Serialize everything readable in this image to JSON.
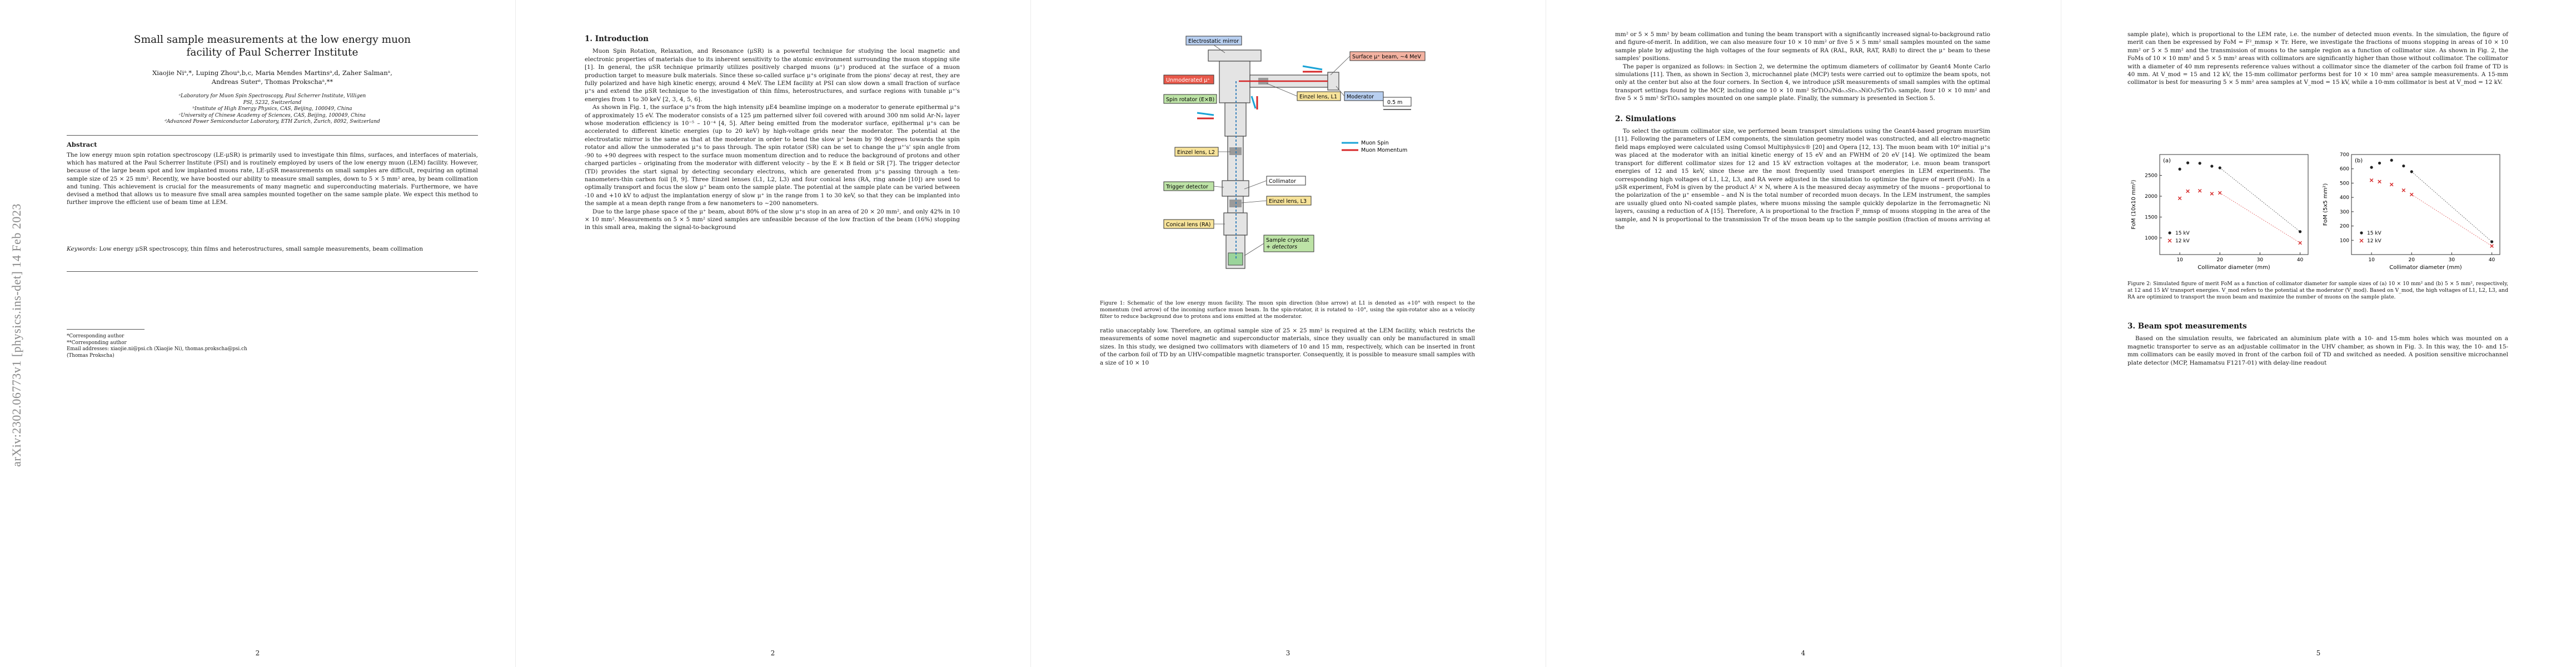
{
  "arxiv_id": "arXiv:2302.06773v1 [physics.ins-det] 14 Feb 2023",
  "page1": {
    "title_lines": [
      "Small sample measurements at the low energy muon",
      "facility of Paul Scherrer Institute"
    ],
    "authors_lines": [
      "Xiaojie Niᵃ,*, Luping Zhouᵃ,b,c, Maria Mendes Martinsᵃ,d, Zaher Salmanᵃ,",
      "Andreas Suterᵃ, Thomas Prokschaᵃ,**"
    ],
    "affiliations": [
      "ᵃLaboratory for Muon Spin Spectroscopy, Paul Scherrer Institute, Villigen",
      "PSI, 5232, Switzerland",
      "ᵇInstitute of High Energy Physics, CAS, Beijing, 100049, China",
      "ᶜUniversity of Chinese Academy of Sciences, CAS, Beijing, 100049, China",
      "ᵈAdvanced Power Semiconductor Laboratory, ETH Zurich, Zurich, 8092, Switzerland"
    ],
    "abstract_heading": "Abstract",
    "abstract": "The low energy muon spin rotation spectroscopy (LE-μSR) is primarily used to investigate thin films, surfaces, and interfaces of materials, which has matured at the Paul Scherrer Institute (PSI) and is routinely employed by users of the low energy muon (LEM) facility. However, because of the large beam spot and low implanted muons rate, LE-μSR measurements on small samples are difficult, requiring an optimal sample size of 25 × 25 mm². Recently, we have boosted our ability to measure small samples, down to 5 × 5 mm² area, by beam collimation and tuning. This achievement is crucial for the measurements of many magnetic and superconducting materials. Furthermore, we have devised a method that allows us to measure five small area samples mounted together on the same sample plate. We expect this method to further improve the efficient use of beam time at LEM.",
    "keywords_label": "Keywords:",
    "keywords": "Low energy μSR spectroscopy, thin films and heterostructures, small sample measurements, beam collimation",
    "footnotes": [
      "*Corresponding author",
      "**Corresponding author",
      "Email addresses: xiaojie.ni@psi.ch (Xiaojie Ni), thomas.prokscha@psi.ch",
      "(Thomas Prokscha)"
    ],
    "page_number": "2"
  },
  "page2": {
    "heading": "1. Introduction",
    "paragraphs": [
      "Muon Spin Rotation, Relaxation, and Resonance (μSR) is a powerful technique for studying the local magnetic and electronic properties of materials due to its inherent sensitivity to the atomic environment surrounding the muon stopping site [1]. In general, the μSR technique primarily utilizes positively charged muons (μ⁺) produced at the surface of a muon production target to measure bulk materials. Since these so-called surface μ⁺s originate from the pions' decay at rest, they are fully polarized and have high kinetic energy, around 4 MeV. The LEM facility at PSI can slow down a small fraction of surface μ⁺s and extend the μSR technique to the investigation of thin films, heterostructures, and surface regions with tunable μ⁺'s energies from 1 to 30 keV [2, 3, 4, 5, 6].",
      "As shown in Fig. 1, the surface μ⁺s from the high intensity μE4 beamline impinge on a moderator to generate epithermal μ⁺s of approximately 15 eV. The moderator consists of a 125 μm patterned silver foil covered with around 300 nm solid Ar-N₂ layer whose moderation efficiency is 10⁻⁵ – 10⁻⁴ [4, 5]. After being emitted from the moderator surface, epithermal μ⁺s can be accelerated to different kinetic energies (up to 20 keV) by high-voltage grids near the moderator. The potential at the electrostatic mirror is the same as that at the moderator in order to bend the slow μ⁺ beam by 90 degrees towards the spin rotator and allow the unmoderated μ⁺s to pass through. The spin rotator (SR) can be set to change the μ⁺'s' spin angle from -90 to +90 degrees with respect to the surface muon momentum direction and to reduce the background of protons and other charged particles – originating from the moderator with different velocity – by the E × B field or SR [7]. The trigger detector (TD) provides the start signal by detecting secondary electrons, which are generated from μ⁺s passing through a ten-nanometers-thin carbon foil [8, 9]. Three Einzel lenses (L1, L2, L3) and four conical lens (RA, ring anode [10]) are used to optimally transport and focus the slow μ⁺ beam onto the sample plate. The potential at the sample plate can be varied between -10 and +10 kV to adjust the implantation energy of slow μ⁺ in the range from 1 to 30 keV, so that they can be implanted into the sample at a mean depth range from a few nanometers to ~200 nanometers.",
      "Due to the large phase space of the μ⁺ beam, about 80% of the slow μ⁺s stop in an area of 20 × 20 mm², and only 42% in 10 × 10 mm². Measurements on 5 × 5 mm² sized samples are unfeasible because of the low fraction of the beam (16%) stopping in this small area, making the signal-to-background"
    ],
    "page_number": "2"
  },
  "page3": {
    "fig_labels": {
      "mirror": "Electrostatic mirror",
      "surface": "Surface μ⁺ beam, ~4 MeV",
      "unmod": "Unmoderated μ⁺",
      "moderator": "Moderator",
      "einzel1": "Einzel lens, L1",
      "spinrot": "Spin rotator (E×B)",
      "einzel2": "Einzel lens, L2",
      "trigger": "Trigger detector",
      "collimator": "Collimator",
      "einzel3": "Einzel lens, L3",
      "conical": "Conical lens (RA)",
      "sample": "Sample cryostat",
      "sample_sub": "+ detectors",
      "scale": "0.5 m",
      "legend_spin": "Muon Spin",
      "legend_mom": "Muon Momentum"
    },
    "caption": "Figure 1: Schematic of the low energy muon facility. The muon spin direction (blue arrow) at L1 is denoted as +10° with respect to the momentum (red arrow) of the incoming surface muon beam. In the spin-rotator, it is rotated to -10°, using the spin-rotator also as a velocity filter to reduce background due to protons and ions emitted at the moderator.",
    "paragraphs": [
      "ratio unacceptably low. Therefore, an optimal sample size of 25 × 25 mm² is required at the LEM facility, which restricts the measurements of some novel magnetic and superconductor materials, since they usually can only be manufactured in small sizes. In this study, we designed two collimators with diameters of 10 and 15 mm, respectively, which can be inserted in front of the carbon foil of TD by an UHV-compatible magnetic transporter. Consequently, it is possible to measure small samples with a size of 10 × 10"
    ],
    "page_number": "3"
  },
  "page4": {
    "paragraphs_top": [
      "mm² or 5 × 5 mm² by beam collimation and tuning the beam transport with a significantly increased signal-to-background ratio and figure-of-merit. In addition, we can also measure four 10 × 10 mm² or five 5 × 5 mm² small samples mounted on the same sample plate by adjusting the high voltages of the four segments of RA (RAL, RAR, RAT, RAB) to direct the μ⁺ beam to these samples' positions.",
      "The paper is organized as follows: in Section 2, we determine the optimum diameters of collimator by Geant4 Monte Carlo simulations [11]. Then, as shown in Section 3, microchannel plate (MCP) tests were carried out to optimize the beam spots, not only at the center but also at the four corners. In Section 4, we introduce μSR measurements of small samples with the optimal transport settings found by the MCP, including one 10 × 10 mm² SrTiO₃/Nd₀.₅Sr₀.₅NiO₂/SrTiO₃ sample, four 10 × 10 mm² and five 5 × 5 mm² SrTiO₃ samples mounted on one sample plate. Finally, the summary is presented in Section 5."
    ],
    "heading": "2. Simulations",
    "paragraphs": [
      "To select the optimum collimator size, we performed beam transport simulations using the Geant4-based program musrSim [11]. Following the parameters of LEM components, the simulation geometry model was constructed, and all electro-magnetic field maps employed were calculated using Comsol Multiphysics® [20] and Opera [12, 13]. The muon beam with 10⁶ initial μ⁺s was placed at the moderator with an initial kinetic energy of 15 eV and an FWHM of 20 eV [14]. We optimized the beam transport for different collimator sizes for 12 and 15 kV extraction voltages at the moderator, i.e. muon beam transport energies of 12 and 15 keV, since these are the most frequently used transport energies in LEM experiments. The corresponding high voltages of L1, L2, L3, and RA were adjusted in the simulation to optimize the figure of merit (FoM). In a μSR experiment, FoM is given by the product A² × N, where A is the measured decay asymmetry of the muons – proportional to the polarization of the μ⁺ ensemble – and N is the total number of recorded muon decays. In the LEM instrument, the samples are usually glued onto Ni-coated sample plates, where muons missing the sample quickly depolarize in the ferromagnetic Ni layers, causing a reduction of A [15]. Therefore, A is proportional to the fraction F_mmsp of muons stopping in the area of the sample, and N is proportional to the transmission Tr of the muon beam up to the sample position (fraction of muons arriving at the"
    ],
    "page_number": "4"
  },
  "page5": {
    "paragraphs_top": [
      "sample plate), which is proportional to the LEM rate, i.e. the number of detected muon events. In the simulation, the figure of merit can then be expressed by FoM = F²_mmsp × Tr. Here, we investigate the fractions of muons stopping in areas of 10 × 10 mm² or 5 × 5 mm² and the transmission of muons to the sample region as a function of collimator size. As shown in Fig. 2, the FoMs of 10 × 10 mm² and 5 × 5 mm² areas with collimators are significantly higher than those without collimator. The collimator with a diameter of 40 mm represents reference values without a collimator since the diameter of the carbon foil frame of TD is 40 mm. At V_mod = 15 and 12 kV, the 15-mm collimator performs best for 10 × 10 mm² area sample measurements. A 15-mm collimator is best for measuring 5 × 5 mm² area samples at V_mod = 15 kV, while a 10-mm collimator is best at V_mod = 12 kV."
    ],
    "caption": "Figure 2: Simulated figure of merit FoM as a function of collimator diameter for sample sizes of (a) 10 × 10 mm² and (b) 5 × 5 mm², respectively, at 12 and 15 kV transport energies. V_mod refers to the potential at the moderator (V_mod). Based on V_mod, the high voltages of L1, L2, L3, and RA are optimized to transport the muon beam and maximize the number of muons on the sample plate.",
    "heading": "3. Beam spot measurements",
    "paragraphs": [
      "Based on the simulation results, we fabricated an aluminium plate with a 10- and 15-mm holes which was mounted on a magnetic transporter to serve as an adjustable collimator in the UHV chamber, as shown in Fig. 3. In this way, the 10- and 15-mm collimators can be easily moved in front of the carbon foil of TD and switched as needed. A position sensitive microchannel plate detector (MCP, Hamamatsu F1217-01) with delay-line readout"
    ],
    "page_number": "5"
  },
  "chart_data": [
    {
      "type": "scatter",
      "panel": "(a)",
      "xlabel": "Collimator diameter (mm)",
      "ylabel": "FoM (10x10 mm²)",
      "xlim": [
        5,
        42
      ],
      "ylim": [
        600,
        3000
      ],
      "xticks": [
        10,
        20,
        30,
        40
      ],
      "yticks": [
        1000,
        1500,
        2000,
        2500
      ],
      "series": [
        {
          "name": "15 kV",
          "color": "#222222",
          "x": [
            10,
            12,
            15,
            18,
            20,
            40
          ],
          "y": [
            2650,
            2800,
            2790,
            2720,
            2680,
            1150
          ]
        },
        {
          "name": "12 kV",
          "color": "#d62728",
          "x": [
            10,
            12,
            15,
            18,
            20,
            40
          ],
          "y": [
            1950,
            2120,
            2130,
            2060,
            2080,
            880
          ]
        }
      ],
      "legend": "bottom-left"
    },
    {
      "type": "scatter",
      "panel": "(b)",
      "xlabel": "Collimator diameter (mm)",
      "ylabel": "FoM (5x5 mm²)",
      "xlim": [
        5,
        42
      ],
      "ylim": [
        0,
        700
      ],
      "xticks": [
        10,
        20,
        30,
        40
      ],
      "yticks": [
        100,
        200,
        300,
        400,
        500,
        600,
        700
      ],
      "series": [
        {
          "name": "15 kV",
          "color": "#222222",
          "x": [
            10,
            12,
            15,
            18,
            20,
            40
          ],
          "y": [
            610,
            640,
            660,
            620,
            580,
            90
          ]
        },
        {
          "name": "12 kV",
          "color": "#d62728",
          "x": [
            10,
            12,
            15,
            18,
            20,
            40
          ],
          "y": [
            520,
            510,
            490,
            450,
            420,
            60
          ]
        }
      ],
      "legend": "bottom-left"
    }
  ]
}
